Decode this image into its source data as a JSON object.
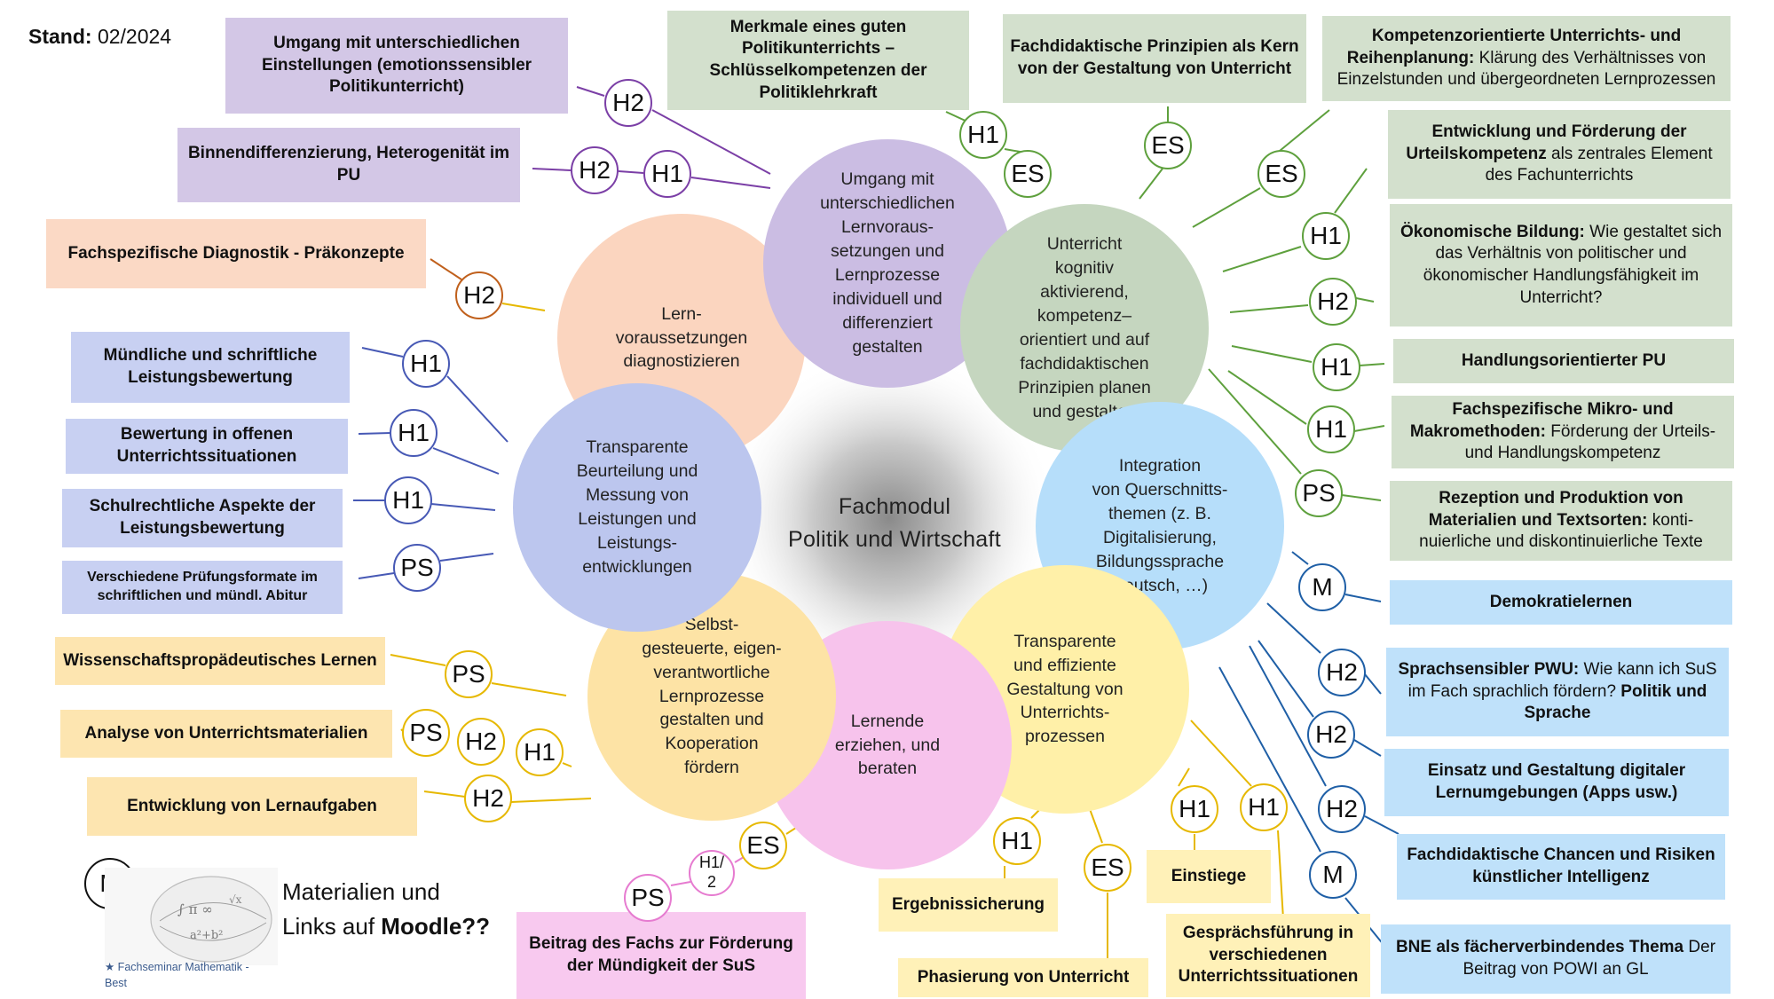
{
  "stand": {
    "label": "Stand:",
    "value": "02/2024"
  },
  "center": {
    "line1": "Fachmodul",
    "line2": "Politik und Wirtschaft"
  },
  "circles": [
    {
      "key": "lernvoraussetzungen",
      "text": "Lern-\nvoraussetzungen\ndiagnostizieren",
      "color": "#fbd5bf"
    },
    {
      "key": "lernvoraussetzungen-umgang",
      "text": "Umgang mit\nunterschiedlichen\nLernvoraus-\nsetzungen und\nLernprozesse\nindividuell und\ndifferenziert\ngestalten",
      "color": "#cbbde3"
    },
    {
      "key": "kognitiv",
      "text": "Unterricht\nkognitiv\naktivierend,\nkompetenz–\norientiert und auf\nfachdidaktischen\nPrinzipien planen\nund gestalten",
      "color": "#c5d6bf"
    },
    {
      "key": "querschnitt",
      "text": "Integration\nvon Querschnitts-\nthemen (z. B.\nDigitalisierung,\nBildungssprache\nDeutsch, …)",
      "color": "#b6defa"
    },
    {
      "key": "gestaltung",
      "text": "Transparente\nund effiziente\nGestaltung von\nUnterrichts-\nprozessen",
      "color": "#fff0a8"
    },
    {
      "key": "erziehen",
      "text": "Lernende\nerziehen, und\nberaten",
      "color": "#f7c3ec"
    },
    {
      "key": "selbstgesteuert",
      "text": "Selbst-\ngesteuerte, eigen-\nverantwortliche\nLernprozesse\ngestalten und\nKooperation\nfördern",
      "color": "#fde3a5"
    },
    {
      "key": "beurteilung",
      "text": "Transparente\nBeurteilung und\nMessung von\nLeistungen und\nLeistungs-\nentwicklungen",
      "color": "#bcc6ee"
    }
  ],
  "boxes": [
    {
      "key": "umgang-einstellungen",
      "parts": [
        {
          "b": "Umgang mit unterschiedlichen Einstellungen (emotionssensibler Politikunterricht)"
        }
      ],
      "color": "#d3c7e6"
    },
    {
      "key": "binnendifferenzierung",
      "parts": [
        {
          "b": "Binnendifferenzierung, Heterogenität im PU"
        }
      ],
      "color": "#d3c7e6"
    },
    {
      "key": "diagnostik",
      "parts": [
        {
          "b": "Fachspezifische Diagnostik - Präkonzepte"
        }
      ],
      "color": "#fbd9c5"
    },
    {
      "key": "leistungsbewertung",
      "parts": [
        {
          "b": "Mündliche und schriftliche Leistungsbewertung"
        }
      ],
      "color": "#c8d0f2"
    },
    {
      "key": "offene-situationen",
      "parts": [
        {
          "b": "Bewertung in offenen Unterrichtssituationen"
        }
      ],
      "color": "#c8d0f2"
    },
    {
      "key": "schulrecht",
      "parts": [
        {
          "b": "Schulrechtliche Aspekte der Leistungsbewertung"
        }
      ],
      "color": "#c8d0f2"
    },
    {
      "key": "pruefungsformate",
      "parts": [
        {
          "b": "Verschiedene Prüfungsformate im schriftlichen und mündl. Abitur"
        }
      ],
      "color": "#c8d0f2"
    },
    {
      "key": "wissenschaft",
      "parts": [
        {
          "b": "Wissenschaftspropädeutisches Lernen"
        }
      ],
      "color": "#fde5b0"
    },
    {
      "key": "analyse",
      "parts": [
        {
          "b": "Analyse von Unterrichtsmaterialien"
        }
      ],
      "color": "#fde5b0"
    },
    {
      "key": "lernaufgaben",
      "parts": [
        {
          "b": "Entwicklung von Lernaufgaben"
        }
      ],
      "color": "#fde5b0"
    },
    {
      "key": "muendigkeit",
      "parts": [
        {
          "b": "Beitrag des Fachs zur Förderung der Mündigkeit der SuS"
        }
      ],
      "color": "#f8c9ef"
    },
    {
      "key": "ergebnissicherung",
      "parts": [
        {
          "b": "Ergebnissicherung"
        }
      ],
      "color": "#fff1b8"
    },
    {
      "key": "phasierung",
      "parts": [
        {
          "b": "Phasierung von Unterricht"
        }
      ],
      "color": "#fff1b8"
    },
    {
      "key": "einstiege",
      "parts": [
        {
          "b": "Einstiege"
        }
      ],
      "color": "#fff1b8"
    },
    {
      "key": "gespraechsfuehrung",
      "parts": [
        {
          "b": "Gesprächsführung in verschiedenen Unterrichtssituationen"
        }
      ],
      "color": "#fff1b8"
    },
    {
      "key": "merkmale",
      "parts": [
        {
          "b": "Merkmale eines guten Politikunterrichts – Schlüsselkompetenzen der Politiklehrkraft"
        }
      ],
      "color": "#d3e0cd"
    },
    {
      "key": "prinzipien",
      "parts": [
        {
          "b": "Fachdidaktische Prinzipien als Kern von der Gestaltung von Unterricht"
        }
      ],
      "color": "#d3e0cd"
    },
    {
      "key": "kompetenzorientierte",
      "parts": [
        {
          "b": "Kompetenzorientierte Unterrichts- und Reihenplanung:"
        },
        {
          "n": " Klärung des Verhältnisses von Einzelstunden und übergeordneten Lernprozessen"
        }
      ],
      "color": "#d3e0cd"
    },
    {
      "key": "urteilskompetenz",
      "parts": [
        {
          "b": "Entwicklung und Förderung der Urteilskompetenz"
        },
        {
          "n": " als zentrales Element des Fachunterrichts"
        }
      ],
      "color": "#d3e0cd"
    },
    {
      "key": "oekonomisch",
      "parts": [
        {
          "b": "Ökonomische Bildung:"
        },
        {
          "n": " Wie gestaltet sich das Verhältnis von politischer und ökonomischer Handlungsfähigkeit im Unterricht?"
        }
      ],
      "color": "#d3e0cd"
    },
    {
      "key": "handlungsorientiert",
      "parts": [
        {
          "b": "Handlungsorientierter PU"
        }
      ],
      "color": "#d3e0cd"
    },
    {
      "key": "methoden",
      "parts": [
        {
          "b": "Fachspezifische Mikro- und Makromethoden:"
        },
        {
          "n": " Förderung der Urteils- und Handlungskompetenz"
        }
      ],
      "color": "#d3e0cd"
    },
    {
      "key": "textsorten",
      "parts": [
        {
          "b": "Rezeption und Produktion von Materialien und Textsorten:"
        },
        {
          "n": " konti-nuierliche und diskontinuierliche Texte"
        }
      ],
      "color": "#d3e0cd"
    },
    {
      "key": "demokratielernen",
      "parts": [
        {
          "b": "Demokratielernen"
        }
      ],
      "color": "#bfe1fa"
    },
    {
      "key": "sprachsensibel",
      "parts": [
        {
          "b": "Sprachsensibler PWU:"
        },
        {
          "n": " Wie kann ich SuS im Fach sprachlich fördern? "
        },
        {
          "b": "Politik und Sprache"
        }
      ],
      "color": "#bfe1fa"
    },
    {
      "key": "digital",
      "parts": [
        {
          "b": "Einsatz und Gestaltung digitaler Lernumgebungen (Apps usw.)"
        }
      ],
      "color": "#bfe1fa"
    },
    {
      "key": "ki",
      "parts": [
        {
          "b": "Fachdidaktische Chancen und Risiken künstlicher Intelligenz"
        }
      ],
      "color": "#bfe1fa"
    },
    {
      "key": "bne",
      "parts": [
        {
          "b": "BNE als fächerverbindendes Thema"
        },
        {
          "n": " Der Beitrag von POWI an GL"
        }
      ],
      "color": "#bfe1fa"
    }
  ],
  "badges": [
    {
      "key": "h2-einstellungen",
      "label": "H2",
      "color": "#7b3fa6"
    },
    {
      "key": "h2-binnen",
      "label": "H2",
      "color": "#7b3fa6"
    },
    {
      "key": "h1-binnen",
      "label": "H1",
      "color": "#7b3fa6"
    },
    {
      "key": "h2-diagnostik",
      "label": "H2",
      "color": "#c0601c"
    },
    {
      "key": "h1-muendlich",
      "label": "H1",
      "color": "#4759b5"
    },
    {
      "key": "h1-offen",
      "label": "H1",
      "color": "#4759b5"
    },
    {
      "key": "h1-schulrecht",
      "label": "H1",
      "color": "#4759b5"
    },
    {
      "key": "ps-pruefung",
      "label": "PS",
      "color": "#4759b5"
    },
    {
      "key": "ps-wissenschaft",
      "label": "PS",
      "color": "#e6b800"
    },
    {
      "key": "ps-analyse",
      "label": "PS",
      "color": "#e6b800"
    },
    {
      "key": "h2-analyse",
      "label": "H2",
      "color": "#e6b800"
    },
    {
      "key": "h1-analyse",
      "label": "H1",
      "color": "#e6b800"
    },
    {
      "key": "h2-lernaufgaben",
      "label": "H2",
      "color": "#e6b800"
    },
    {
      "key": "ps-muendig",
      "label": "PS",
      "color": "#e67bd0"
    },
    {
      "key": "h12-muendig",
      "label": "H1/\n2",
      "color": "#e67bd0"
    },
    {
      "key": "es-muendig",
      "label": "ES",
      "color": "#e6b800"
    },
    {
      "key": "h1-ergebnis",
      "label": "H1",
      "color": "#e6b800"
    },
    {
      "key": "es-phasierung",
      "label": "ES",
      "color": "#e6b800"
    },
    {
      "key": "h1-einstiege",
      "label": "H1",
      "color": "#e6b800"
    },
    {
      "key": "h1-gespraech",
      "label": "H1",
      "color": "#e6b800"
    },
    {
      "key": "h1-merkmale",
      "label": "H1",
      "color": "#5ea03d"
    },
    {
      "key": "es-merkmale",
      "label": "ES",
      "color": "#5ea03d"
    },
    {
      "key": "es-prinzipien",
      "label": "ES",
      "color": "#5ea03d"
    },
    {
      "key": "es-kompetenz",
      "label": "ES",
      "color": "#5ea03d"
    },
    {
      "key": "h1-urteil",
      "label": "H1",
      "color": "#5ea03d"
    },
    {
      "key": "h2-oekonomisch",
      "label": "H2",
      "color": "#5ea03d"
    },
    {
      "key": "h1-handlung",
      "label": "H1",
      "color": "#5ea03d"
    },
    {
      "key": "h1-methoden",
      "label": "H1",
      "color": "#5ea03d"
    },
    {
      "key": "ps-textsorten",
      "label": "PS",
      "color": "#5ea03d"
    },
    {
      "key": "m-demokratie",
      "label": "M",
      "color": "#1f5fa6"
    },
    {
      "key": "h2-sprach",
      "label": "H2",
      "color": "#1f5fa6"
    },
    {
      "key": "h2-digital",
      "label": "H2",
      "color": "#1f5fa6"
    },
    {
      "key": "h2-ki",
      "label": "H2",
      "color": "#1f5fa6"
    },
    {
      "key": "m-bne",
      "label": "M",
      "color": "#1f5fa6"
    },
    {
      "key": "m-moodle",
      "label": "M",
      "color": "#111111"
    }
  ],
  "moodle": {
    "line1": "Materialien  und",
    "line2_pre": "Links auf ",
    "line2_bold": "Moodle??",
    "caption": "★ Fachseminar Mathematik - Best"
  }
}
